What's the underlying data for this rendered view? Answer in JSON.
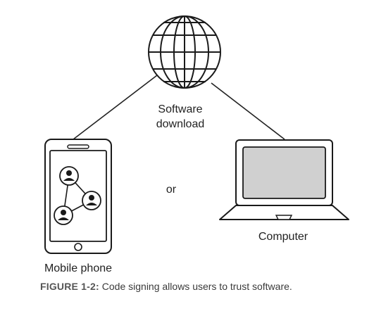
{
  "diagram": {
    "globe_label_line1": "Software",
    "globe_label_line2": "download",
    "or_label": "or",
    "mobile_label": "Mobile phone",
    "computer_label": "Computer"
  },
  "caption": {
    "figure_number": "FIGURE 1-2:",
    "text": "Code signing allows users to trust software."
  },
  "icons": [
    "globe-icon",
    "mobile-phone-icon",
    "laptop-computer-icon",
    "user-network-icon"
  ]
}
